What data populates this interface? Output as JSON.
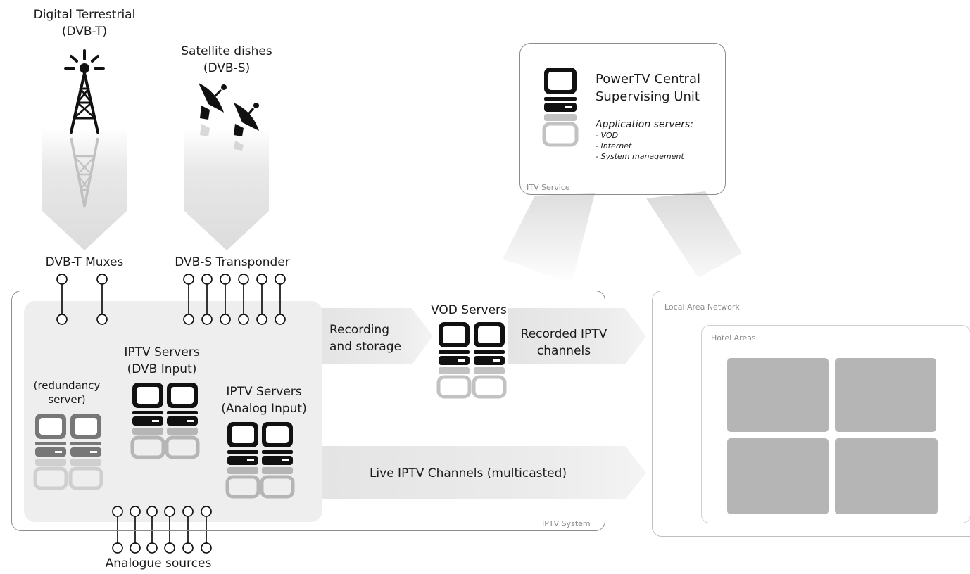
{
  "sources": {
    "terrestrial": [
      "Digital Terrestrial",
      "(DVB-T)"
    ],
    "satellite": [
      "Satellite dishes",
      "(DVB-S)"
    ],
    "dvbt_muxes": "DVB-T Muxes",
    "dvbs_transponder": "DVB-S Transponder",
    "analogue": "Analogue sources"
  },
  "itv_service": {
    "box_label": "ITV Service",
    "title": [
      "PowerTV Central",
      "Supervising Unit"
    ],
    "app_heading": "Application servers:",
    "apps": [
      "- VOD",
      "- Internet",
      "- System management"
    ]
  },
  "iptv_system": {
    "box_label": "IPTV System",
    "redundancy": [
      "(redundancy",
      "server)"
    ],
    "dvb_servers": [
      "IPTV Servers",
      "(DVB Input)"
    ],
    "analog_servers": [
      "IPTV Servers",
      "(Analog Input)"
    ],
    "recording": [
      "Recording",
      "and storage"
    ],
    "vod_servers": "VOD Servers",
    "recorded_channels": [
      "Recorded IPTV",
      "channels"
    ],
    "live_channels": "Live IPTV Channels (multicasted)"
  },
  "lan": {
    "box_label": "Local Area Network",
    "hotel_label": "Hotel Areas"
  },
  "colors": {
    "outline": "#8c8c8c",
    "panel": "#eeeeee",
    "arrow": "#e2e2e2",
    "area_tile": "#b5b5b5",
    "server": "#111111",
    "server_redundant": "#777777"
  }
}
